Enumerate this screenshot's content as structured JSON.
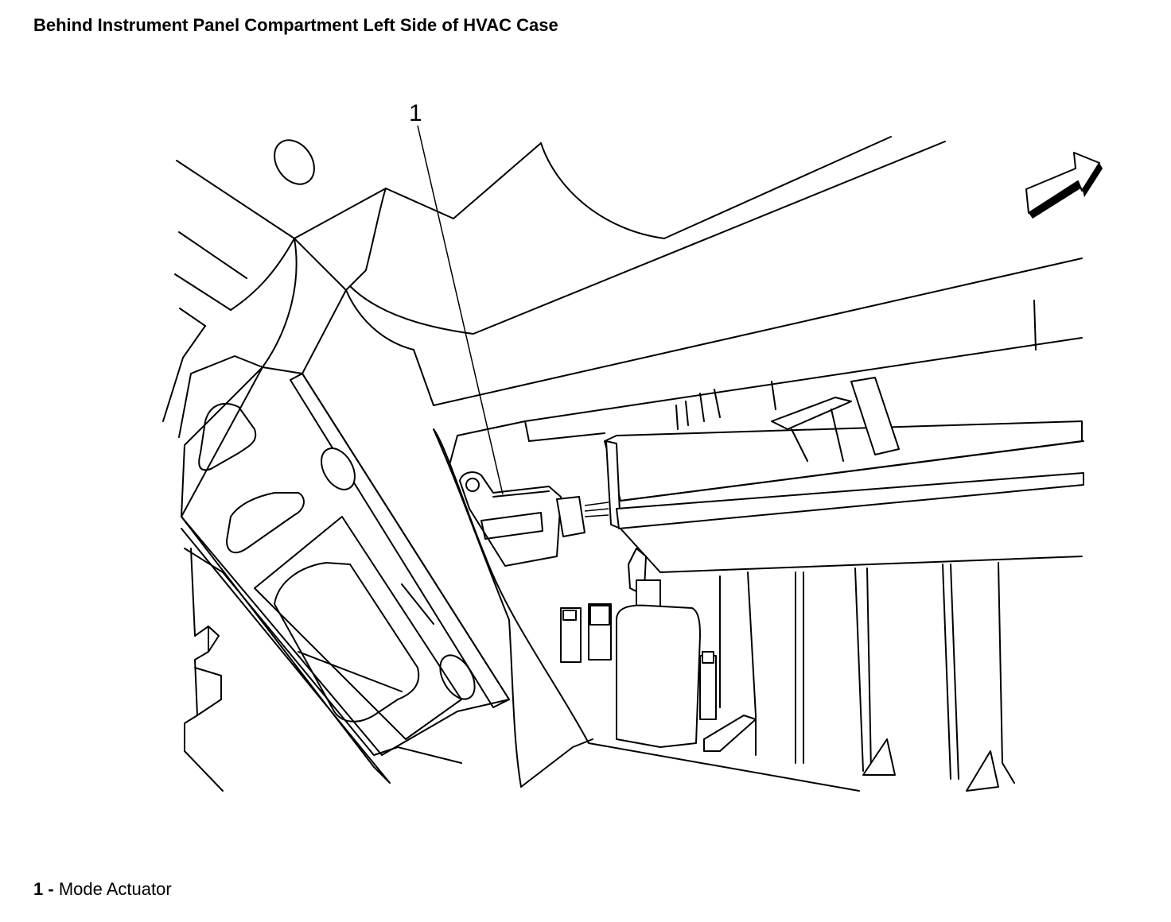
{
  "title": "Behind Instrument Panel Compartment Left Side of HVAC Case",
  "callouts": [
    {
      "number": "1"
    }
  ],
  "legend": [
    {
      "number": "1 -",
      "label": "Mode Actuator"
    }
  ],
  "icons": {
    "direction_arrow": "forward-arrow-icon"
  }
}
